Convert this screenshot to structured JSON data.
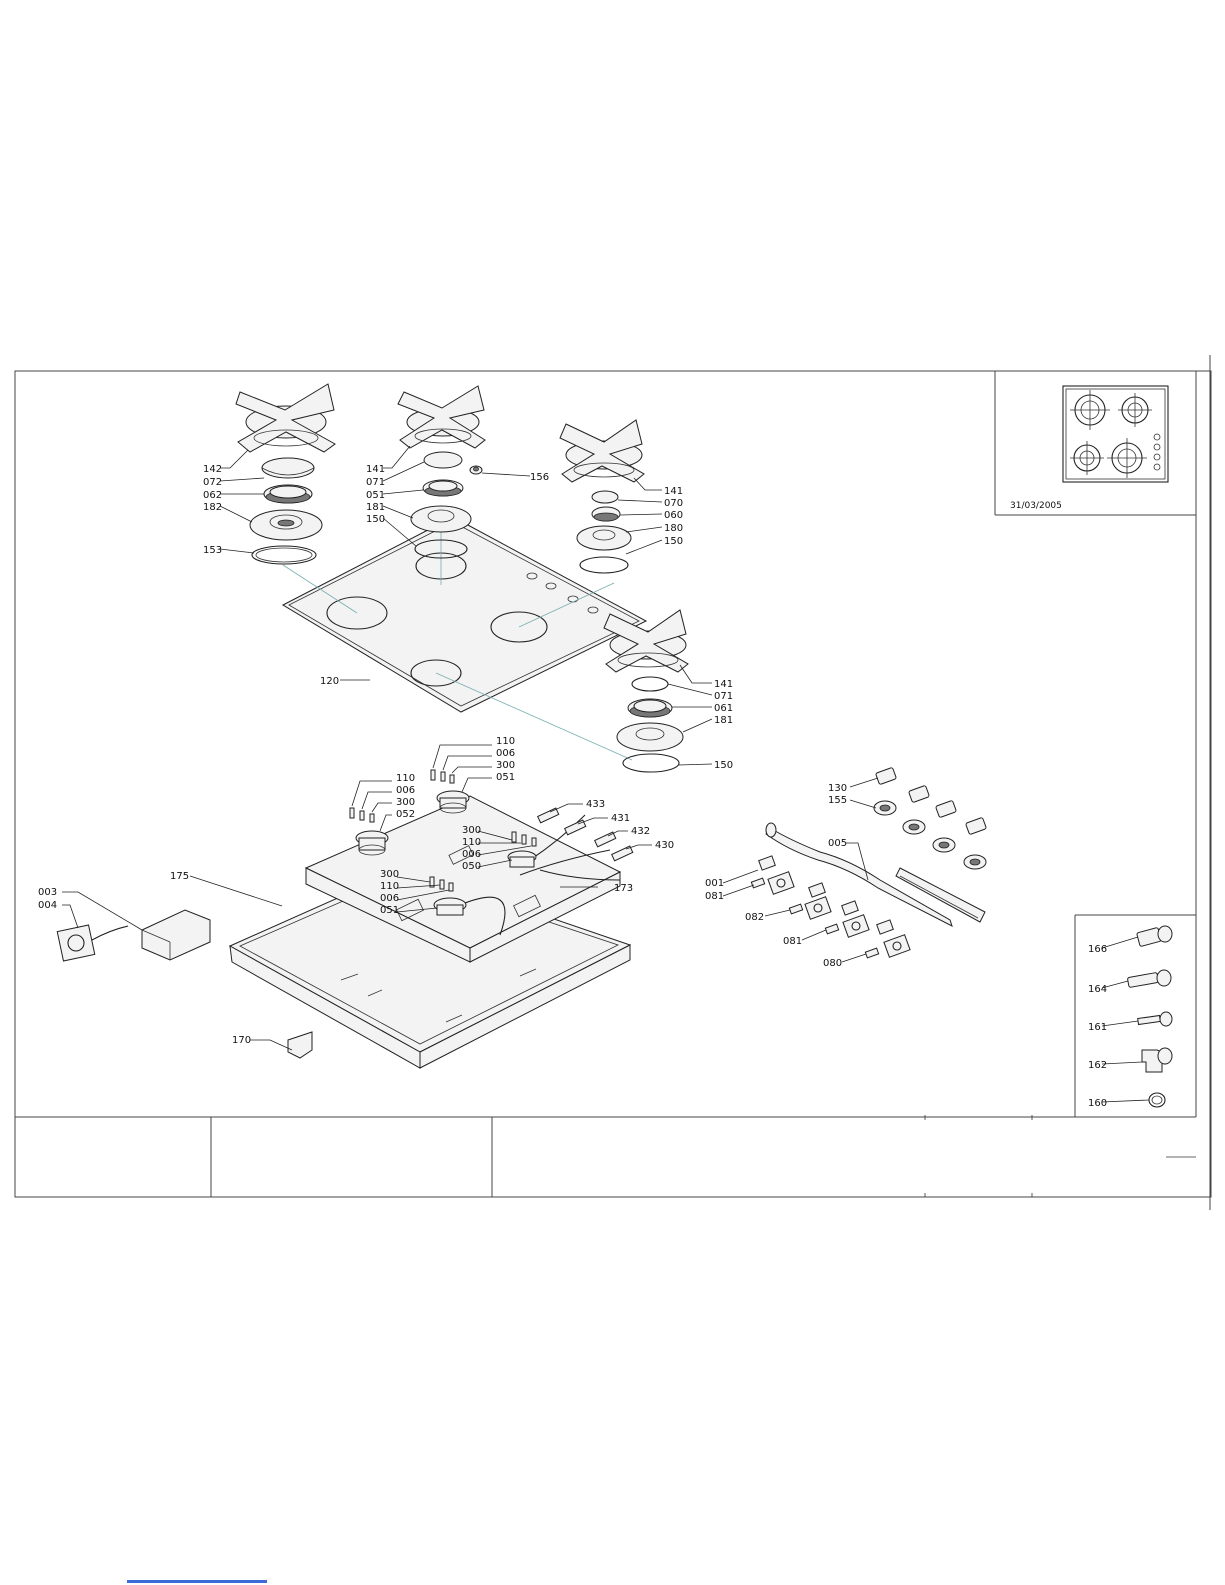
{
  "drawing": {
    "date": "31/03/2005",
    "labels": [
      {
        "id": "p142",
        "text": "142"
      },
      {
        "id": "p072",
        "text": "072"
      },
      {
        "id": "p062",
        "text": "062"
      },
      {
        "id": "p182",
        "text": "182"
      },
      {
        "id": "p153",
        "text": "153"
      },
      {
        "id": "p141a",
        "text": "141"
      },
      {
        "id": "p071a",
        "text": "071"
      },
      {
        "id": "p051a",
        "text": "051"
      },
      {
        "id": "p181a",
        "text": "181"
      },
      {
        "id": "p150a",
        "text": "150"
      },
      {
        "id": "p156",
        "text": "156"
      },
      {
        "id": "p141b",
        "text": "141"
      },
      {
        "id": "p070",
        "text": "070"
      },
      {
        "id": "p060",
        "text": "060"
      },
      {
        "id": "p180",
        "text": "180"
      },
      {
        "id": "p150b",
        "text": "150"
      },
      {
        "id": "p120",
        "text": "120"
      },
      {
        "id": "p141c",
        "text": "141"
      },
      {
        "id": "p071b",
        "text": "071"
      },
      {
        "id": "p061",
        "text": "061"
      },
      {
        "id": "p181b",
        "text": "181"
      },
      {
        "id": "p150c",
        "text": "150"
      },
      {
        "id": "p110a",
        "text": "110"
      },
      {
        "id": "p006a",
        "text": "006"
      },
      {
        "id": "p300a",
        "text": "300"
      },
      {
        "id": "p051b",
        "text": "051"
      },
      {
        "id": "p110b",
        "text": "110"
      },
      {
        "id": "p006b",
        "text": "006"
      },
      {
        "id": "p300b",
        "text": "300"
      },
      {
        "id": "p052",
        "text": "052"
      },
      {
        "id": "p433",
        "text": "433"
      },
      {
        "id": "p431",
        "text": "431"
      },
      {
        "id": "p432",
        "text": "432"
      },
      {
        "id": "p430",
        "text": "430"
      },
      {
        "id": "p300c",
        "text": "300"
      },
      {
        "id": "p110c",
        "text": "110"
      },
      {
        "id": "p006c",
        "text": "006"
      },
      {
        "id": "p050",
        "text": "050"
      },
      {
        "id": "p173",
        "text": "173"
      },
      {
        "id": "p175",
        "text": "175"
      },
      {
        "id": "p300d",
        "text": "300"
      },
      {
        "id": "p110d",
        "text": "110"
      },
      {
        "id": "p006d",
        "text": "006"
      },
      {
        "id": "p051c",
        "text": "051"
      },
      {
        "id": "p003",
        "text": "003"
      },
      {
        "id": "p004",
        "text": "004"
      },
      {
        "id": "p170",
        "text": "170"
      },
      {
        "id": "p130",
        "text": "130"
      },
      {
        "id": "p155",
        "text": "155"
      },
      {
        "id": "p005",
        "text": "005"
      },
      {
        "id": "p001",
        "text": "001"
      },
      {
        "id": "p081a",
        "text": "081"
      },
      {
        "id": "p082",
        "text": "082"
      },
      {
        "id": "p081b",
        "text": "081"
      },
      {
        "id": "p080",
        "text": "080"
      },
      {
        "id": "p166",
        "text": "166"
      },
      {
        "id": "p164",
        "text": "164"
      },
      {
        "id": "p161",
        "text": "161"
      },
      {
        "id": "p162",
        "text": "162"
      },
      {
        "id": "p160",
        "text": "160"
      }
    ]
  }
}
